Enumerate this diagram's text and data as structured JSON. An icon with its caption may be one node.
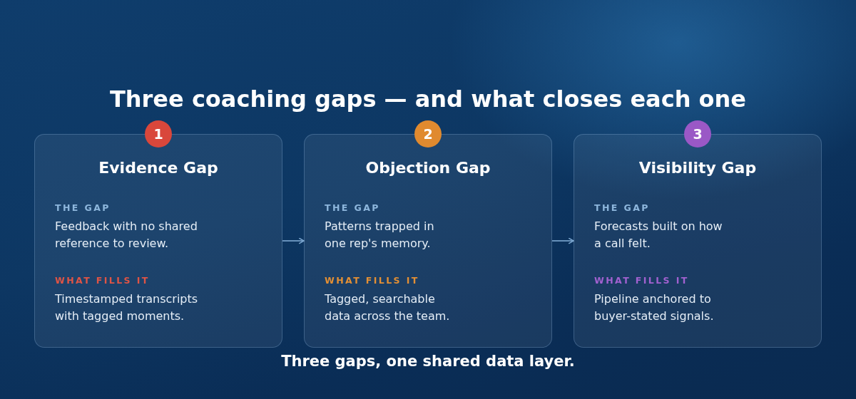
{
  "diagram": {
    "title": "Three coaching gaps — and what closes each one",
    "caption": "Three gaps, one shared data layer.",
    "nodes": [
      {
        "text": [
          "1"
        ]
      },
      {
        "text": [
          "Evidence Gap",
          "THE GAP",
          "Feedback with no shared reference to review.",
          "WHAT FILLS IT",
          "Timestamped transcripts with tagged moments."
        ]
      },
      {
        "text": [
          "2"
        ]
      },
      {
        "text": [
          "Objection Gap",
          "THE GAP",
          "Patterns trapped in one rep's memory.",
          "WHAT FILLS IT",
          "Tagged, searchable data across the team."
        ]
      },
      {
        "text": [
          "3"
        ]
      },
      {
        "text": [
          "Visibility Gap",
          "THE GAP",
          "Forecasts built on how a call felt.",
          "WHAT FILLS IT",
          "Pipeline anchored to buyer-stated signals."
        ]
      }
    ],
    "edges": [
      {
        "from": 1,
        "to": 3,
        "arrow": "to"
      },
      {
        "from": 3,
        "to": 5,
        "arrow": "to"
      }
    ]
  }
}
